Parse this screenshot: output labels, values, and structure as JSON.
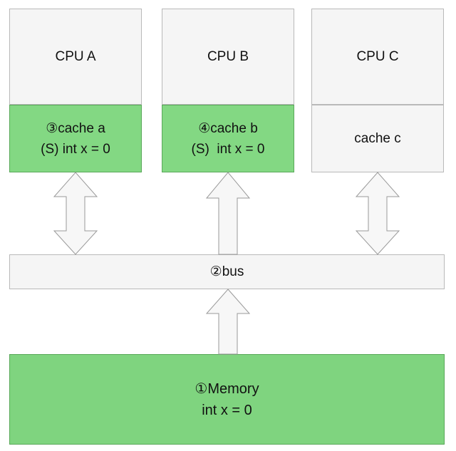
{
  "cpus": [
    {
      "name": "CPU A",
      "cache_line1": "③cache a",
      "cache_line2": "(S) int x = 0"
    },
    {
      "name": "CPU B",
      "cache_line1": "④cache b",
      "cache_line2": "(S)  int x = 0"
    },
    {
      "name": "CPU C",
      "cache_line1": "cache c",
      "cache_line2": ""
    }
  ],
  "bus": {
    "label": "②bus"
  },
  "memory": {
    "line1": "①Memory",
    "line2": "int x = 0"
  },
  "colors": {
    "cache_active": "#83d883",
    "memory": "#7fd47f",
    "box_default": "#f5f5f5",
    "arrow_fill": "#f7f7f7",
    "border": "#b9b9b9"
  }
}
